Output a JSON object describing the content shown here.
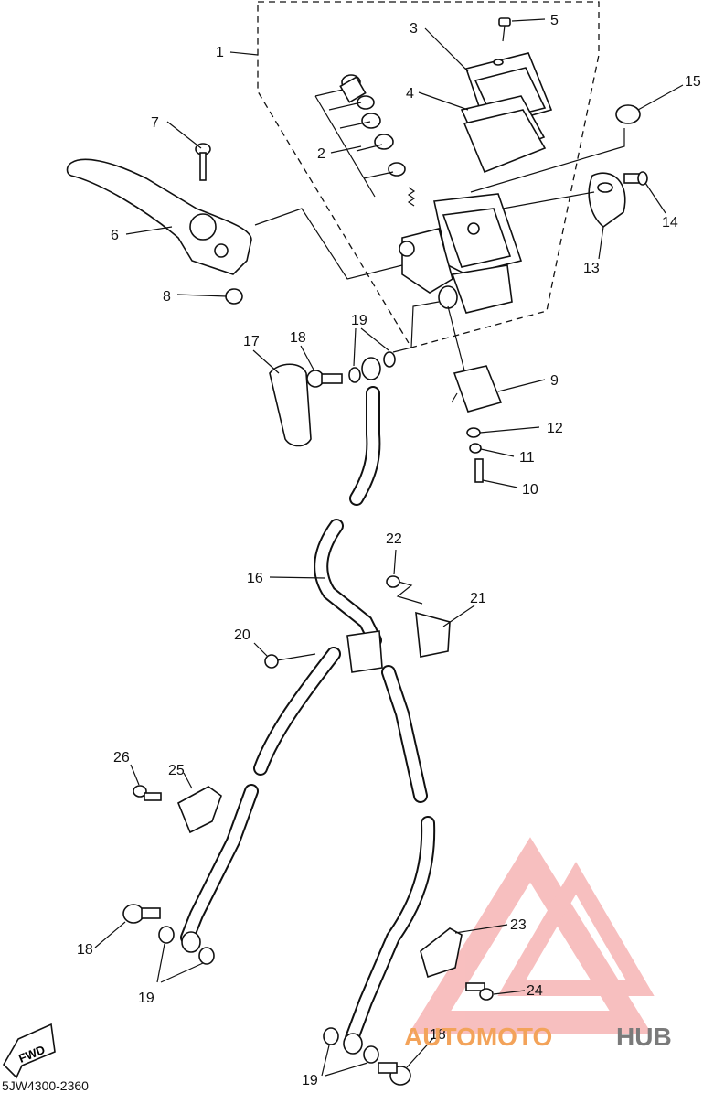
{
  "diagram": {
    "callouts": [
      "1",
      "2",
      "3",
      "4",
      "5",
      "6",
      "7",
      "8",
      "9",
      "10",
      "11",
      "12",
      "13",
      "14",
      "15",
      "16",
      "17",
      "18",
      "19",
      "20",
      "21",
      "22",
      "23",
      "24",
      "25",
      "26"
    ],
    "repeat_callouts": {
      "18": [
        "18",
        "18"
      ],
      "19": [
        "19",
        "19"
      ]
    },
    "fwd_label": "FWD",
    "drawing_code": "5JW4300-2360"
  },
  "watermark": {
    "brand_part1": "AUTOMOTO",
    "brand_part2": "HUB",
    "colors": {
      "logo": "#f28b8b",
      "text_orange": "#f3a35a",
      "text_gray": "#7a7a7a"
    }
  }
}
